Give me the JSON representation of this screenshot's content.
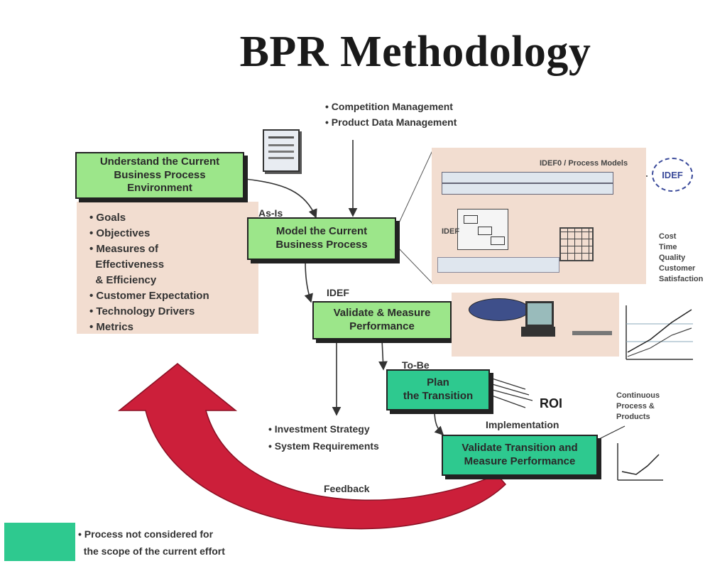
{
  "title": "BPR Methodology",
  "top_inputs": [
    "• Competition Management",
    "• Product Data Management"
  ],
  "box1": [
    "Understand the Current",
    "Business Process",
    "Environment"
  ],
  "box1_bullets": [
    "• Goals",
    "• Objectives",
    "• Measures of",
    "  Effectiveness",
    "  & Efficiency",
    "• Customer Expectation",
    "• Technology Drivers",
    "• Metrics"
  ],
  "label_as_is": "As-Is",
  "box2": [
    "Model the Current",
    "Business Process"
  ],
  "panel1_caption": "IDEF0 / Process Models",
  "label_idef": "IDEF",
  "box3": [
    "Validate & Measure",
    "Performance"
  ],
  "label_to_be": "To-Be",
  "box4": [
    "Plan",
    "the Transition"
  ],
  "label_roi": "ROI",
  "box5_header": "Implementation",
  "box5": [
    "Validate Transition and",
    "Measure Performance"
  ],
  "right_notes": [
    "Cost",
    "Time",
    "Quality",
    "Customer",
    "Satisfaction"
  ],
  "right_notes2": [
    "Continuous",
    "Process &",
    "Products"
  ],
  "lower_bullets": [
    "• Investment Strategy",
    "• System Requirements"
  ],
  "feedback": "Feedback",
  "legend_text": [
    "• Process not considered for",
    "  the scope of the current effort"
  ],
  "colors": {
    "green": "#9ce68a",
    "teal": "#2ec98f",
    "panel": "#f2ddd0",
    "arrow": "#cc1f3a"
  }
}
